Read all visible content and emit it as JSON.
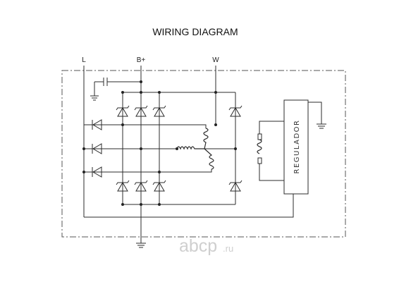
{
  "title": "WIRING DIAGRAM",
  "terminals": {
    "l": "L",
    "b_plus": "B+",
    "w": "W"
  },
  "regulator_label": "REGULADOR",
  "watermark": {
    "brand": "abcp",
    "suffix": ".ru"
  }
}
